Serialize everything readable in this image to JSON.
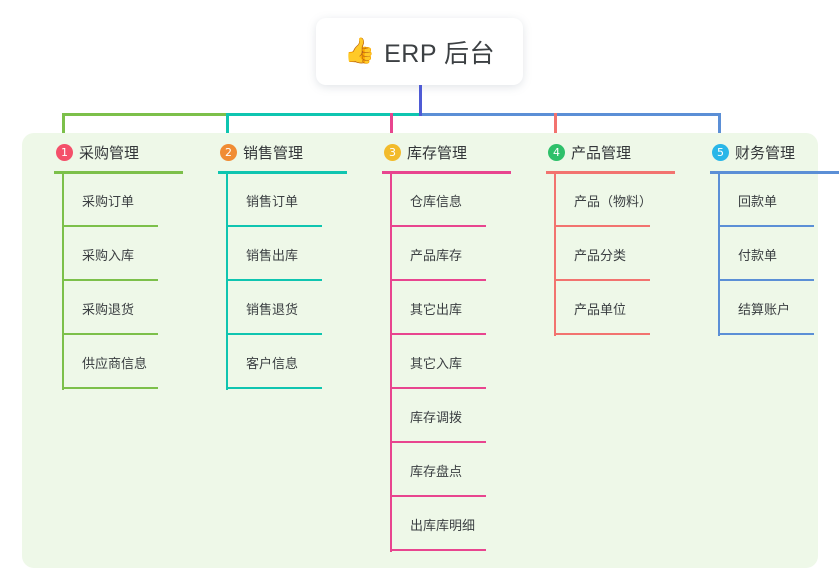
{
  "root": {
    "icon": "thumbs-up-emoji",
    "emoji": "👍",
    "title": "ERP 后台"
  },
  "palette": {
    "panel_bg": "#eef8e8",
    "page_bg": "#ffffff",
    "stem": "#4f5bd5",
    "branch_colors": [
      "#7cc04a",
      "#0fc5b0",
      "#e8458f",
      "#f2736f",
      "#5b8fd6"
    ],
    "badge_colors": [
      "#f4506a",
      "#f08c34",
      "#f2bb2b",
      "#2ec06a",
      "#29b6e8"
    ],
    "text": "#3b3f42"
  },
  "columns": [
    {
      "index": "1",
      "badge_color": "#f4506a",
      "line_color": "#7cc04a",
      "label": "采购管理",
      "items": [
        "采购订单",
        "采购入库",
        "采购退货",
        "供应商信息"
      ]
    },
    {
      "index": "2",
      "badge_color": "#f08c34",
      "line_color": "#0fc5b0",
      "label": "销售管理",
      "items": [
        "销售订单",
        "销售出库",
        "销售退货",
        "客户信息"
      ]
    },
    {
      "index": "3",
      "badge_color": "#f2bb2b",
      "line_color": "#e8458f",
      "label": "库存管理",
      "items": [
        "仓库信息",
        "产品库存",
        "其它出库",
        "其它入库",
        "库存调拨",
        "库存盘点",
        "出库库明细"
      ]
    },
    {
      "index": "4",
      "badge_color": "#2ec06a",
      "line_color": "#f2736f",
      "label": "产品管理",
      "items": [
        "产品（物料）",
        "产品分类",
        "产品单位"
      ]
    },
    {
      "index": "5",
      "badge_color": "#29b6e8",
      "line_color": "#5b8fd6",
      "label": "财务管理",
      "items": [
        "回款单",
        "付款单",
        "结算账户"
      ]
    }
  ]
}
